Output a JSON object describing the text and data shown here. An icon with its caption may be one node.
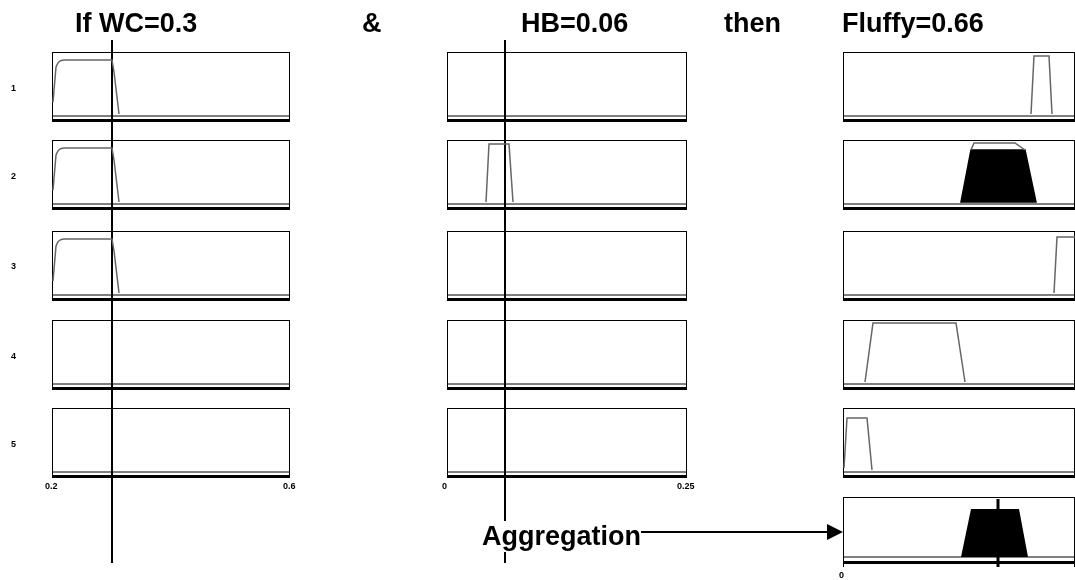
{
  "diagram": {
    "nodes": [
      {
        "text": [
          "Aggregation"
        ]
      },
      {
        "text": [],
        "shape": "box"
      }
    ],
    "edges": [
      {
        "from": 0,
        "to": 1,
        "arrow": "to"
      }
    ],
    "labels": [
      "If WC=0.3",
      "&",
      "HB=0.06",
      "then",
      "Fluffy=0.66",
      "1",
      "2",
      "3",
      "4",
      "5",
      "0.2",
      "0.6",
      "0",
      "0.25",
      "0"
    ]
  }
}
